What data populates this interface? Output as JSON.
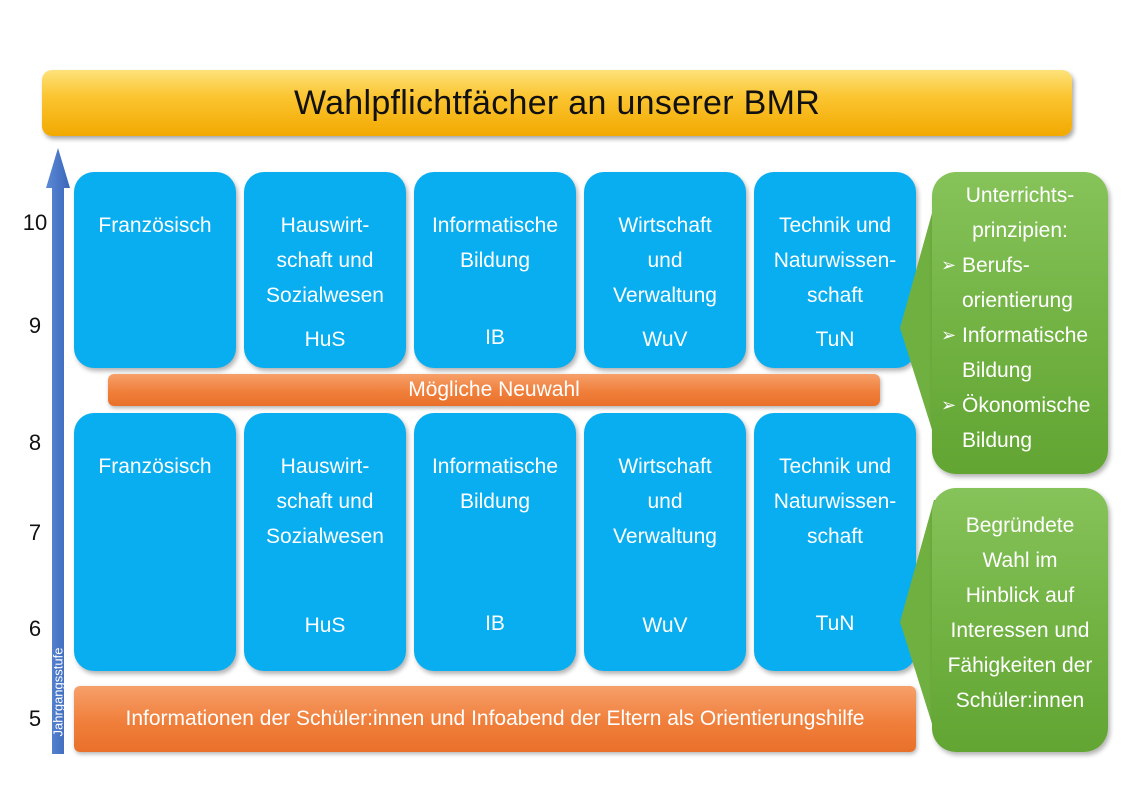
{
  "title": "Wahlpflichtfächer an unserer BMR",
  "axis": {
    "label": "Jahrgangsstufe",
    "grades": [
      "10",
      "9",
      "8",
      "7",
      "6",
      "5"
    ]
  },
  "upper_row": [
    {
      "name": "Französisch",
      "abbr": ""
    },
    {
      "name": "Hauswirt-\nschaft und\nSozialwesen",
      "abbr": "HuS"
    },
    {
      "name": "Informatische\nBildung",
      "abbr": "IB"
    },
    {
      "name": "Wirtschaft\nund\nVerwaltung",
      "abbr": "WuV"
    },
    {
      "name": "Technik und\nNaturwissen-\nschaft",
      "abbr": "TuN"
    }
  ],
  "lower_row": [
    {
      "name": "Französisch",
      "abbr": ""
    },
    {
      "name": "Hauswirt-\nschaft und\nSozialwesen",
      "abbr": "HuS"
    },
    {
      "name": "Informatische\nBildung",
      "abbr": "IB"
    },
    {
      "name": "Wirtschaft\nund\nVerwaltung",
      "abbr": "WuV"
    },
    {
      "name": "Technik und\nNaturwissen-\nschaft",
      "abbr": "TuN"
    }
  ],
  "middle_band": "Mögliche Neuwahl",
  "bottom_band": "Informationen der Schüler:innen und Infoabend der Eltern als Orientierungshilfe",
  "principles": {
    "heading": "Unterrichts-\nprinzipien:",
    "items": [
      "Berufs-\norientierung",
      "Informatische\nBildung",
      "Ökonomische\nBildung"
    ]
  },
  "choice_note": "Begründete\nWahl im\nHinblick auf\nInteressen und\nFähigkeiten der\nSchüler:innen",
  "colors": {
    "title": "#fbc531",
    "card": "#08aef0",
    "band": "#f07f3b",
    "side": "#6fb040",
    "arrow": "#4472c4"
  }
}
